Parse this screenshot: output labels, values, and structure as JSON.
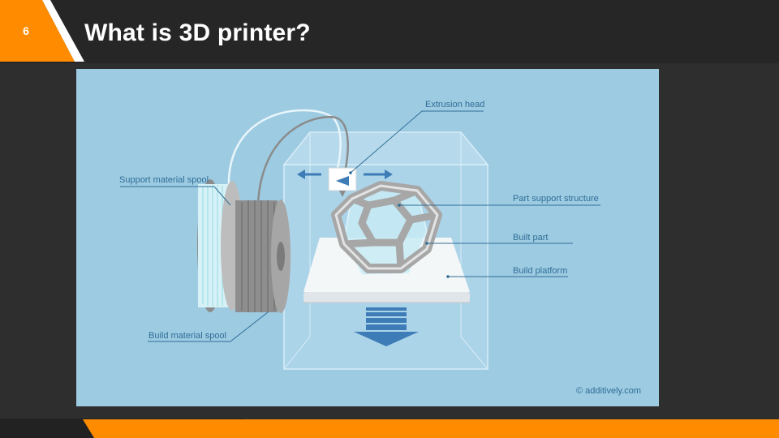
{
  "slide": {
    "number": "6",
    "title": "What is 3D printer?"
  },
  "theme": {
    "background": "#262626",
    "accent_orange": "#ff8c00",
    "figure_background": "#9dcbe2",
    "label_color": "#2f6e96"
  },
  "diagram": {
    "labels": {
      "extrusion_head": "Extrusion head",
      "support_spool": "Support material spool",
      "part_support": "Part support structure",
      "built_part": "Built part",
      "build_platform": "Build platform",
      "build_spool": "Build material spool"
    },
    "credit": "© additively.com"
  }
}
